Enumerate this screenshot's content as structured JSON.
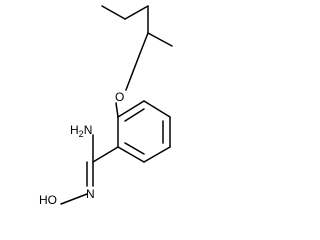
{
  "molecule": {
    "line_color": "#000000",
    "background": "#ffffff",
    "labels": {
      "oxygen": "O",
      "amine": "H2N",
      "oxime": "HO",
      "nitrogen": "N"
    }
  }
}
